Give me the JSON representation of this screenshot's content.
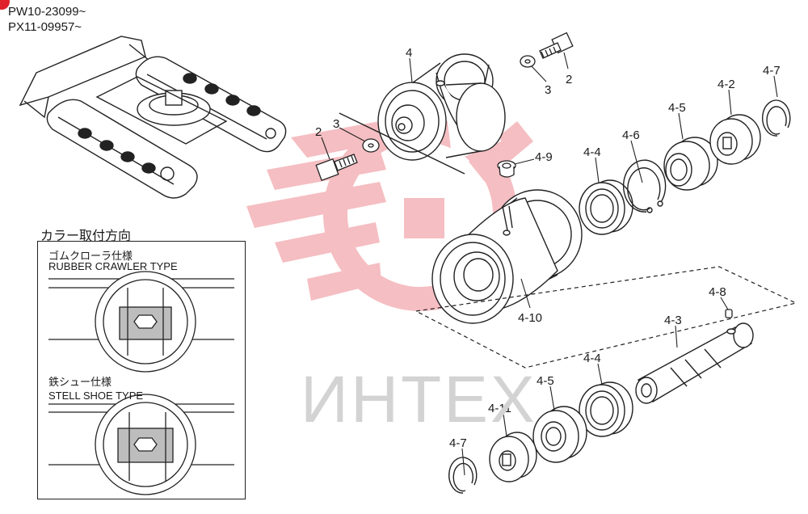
{
  "serials": [
    "PW10-23099~",
    "PX11-09957~"
  ],
  "inset": {
    "title": "カラー取付方向",
    "rubber": {
      "jp": "ゴムクローラ仕様",
      "en": "RUBBER CRAWLER TYPE"
    },
    "steel": {
      "jp": "鉄シュー仕様",
      "en": "STELL SHOE TYPE"
    }
  },
  "watermark": "ИНТЕХ",
  "callouts": {
    "roller_top": "4",
    "screw_top": "2",
    "washer_top": "3",
    "screw_left": "2",
    "washer_left": "3",
    "plug": "4-9",
    "roller_body": "4-10",
    "bearing_upper": "4-4",
    "snap_ring_upper": "4-6",
    "seal_upper": "4-5",
    "collar_upper": "4-2",
    "circlip_upper": "4-7",
    "pin": "4-8",
    "shaft": "4-3",
    "bearing_lower": "4-4",
    "seal_lower": "4-5",
    "collar_lower": "4-11",
    "circlip_lower": "4-7"
  },
  "colors": {
    "ink": "#1a1a1a",
    "watermark": "#d3d3d3",
    "logo_red": "#f4b8bc",
    "badge": "#e0202a"
  }
}
